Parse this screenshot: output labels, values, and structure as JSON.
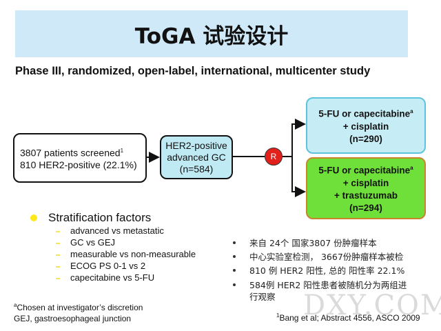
{
  "title": "ToGA 试验设计",
  "subtitle": "Phase III, randomized, open-label, international, multicenter study",
  "flow": {
    "screened_line1": "3807 patients screened",
    "screened_sup": "1",
    "screened_line2": "810 HER2-positive (22.1%)",
    "her2": [
      "HER2-positive",
      "advanced GC",
      "(n=584)"
    ],
    "randomize": "R",
    "arm1": {
      "line1": "5-FU or capecitabine",
      "sup": "a",
      "line2": "+ cisplatin",
      "line3": "(n=290)"
    },
    "arm2": {
      "line1": "5-FU or capecitabine",
      "sup": "a",
      "line2": "+ cisplatin",
      "line3": "+ trastuzumab",
      "line4": "(n=294)"
    }
  },
  "stratification": {
    "title": "Stratification factors",
    "items": [
      "advanced vs metastatic",
      "GC vs GEJ",
      "measurable vs non-measurable",
      "ECOG PS 0-1 vs 2",
      "capecitabine vs 5-FU"
    ]
  },
  "notes_cn": [
    "来自 24个 国家3807 份肿瘤样本",
    "中心实验室检测， 3667份肿瘤样本被检",
    "810 例 HER2 阳性, 总的 阳性率 22.1%",
    "584例 HER2 阳性患者被随机分为两组进",
    "行观察"
  ],
  "footnotes": {
    "a_sup": "a",
    "a_text": "Chosen at investigator’s discretion",
    "gej": "GEJ, gastroesophageal junction",
    "ref_sup": "1",
    "ref": "Bang et al; Abstract 4556, ASCO 2009"
  },
  "watermark": "DXY.COM"
}
